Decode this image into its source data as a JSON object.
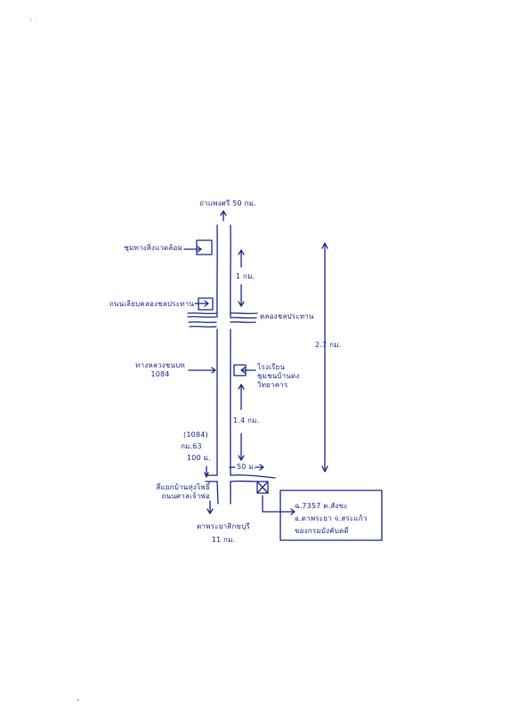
{
  "map": {
    "north_destination": "ถ่าแพงศรี 50 กม.",
    "south_destination_line1": "ตาพระยาสิกขบุรี",
    "south_destination_line2": "11 กม.",
    "landmark_top_left": "ชุมทางสิ่งแวดล้อม",
    "landmark_canal_left": "ถนนเลียบคลองชลประทาน",
    "canal_right": "คลองชลประทาน",
    "landmark_mid_left_line1": "ทางหลวงชนบท",
    "landmark_mid_left_line2": "1084",
    "landmark_mid_right_line1": "โรงเรียน",
    "landmark_mid_right_line2": "ชุมชนบ้านดง",
    "landmark_mid_right_line3": "วิทยาคาร",
    "dist_1km": "1 กม.",
    "dist_27km": "2.7 กม.",
    "dist_14km": "1.4 กม.",
    "road_1084": "(1084)",
    "road_km63": "กม.63",
    "dist_100m": "100 ม.",
    "dist_50m": "50 ม.",
    "junction_line1": "สี่แยกบ้านทุ่งโพธิ์",
    "junction_line2": "ถนนศาลเจ้าพ่อ",
    "site_line1": "ฉ.7357 ต.สังขะ",
    "site_line2": "อ.ตาพระยา จ.สระแก้ว",
    "site_line3": "ของกรมบังคับคดี",
    "stray_mark": "ว :",
    "bottom_mark": "·"
  }
}
